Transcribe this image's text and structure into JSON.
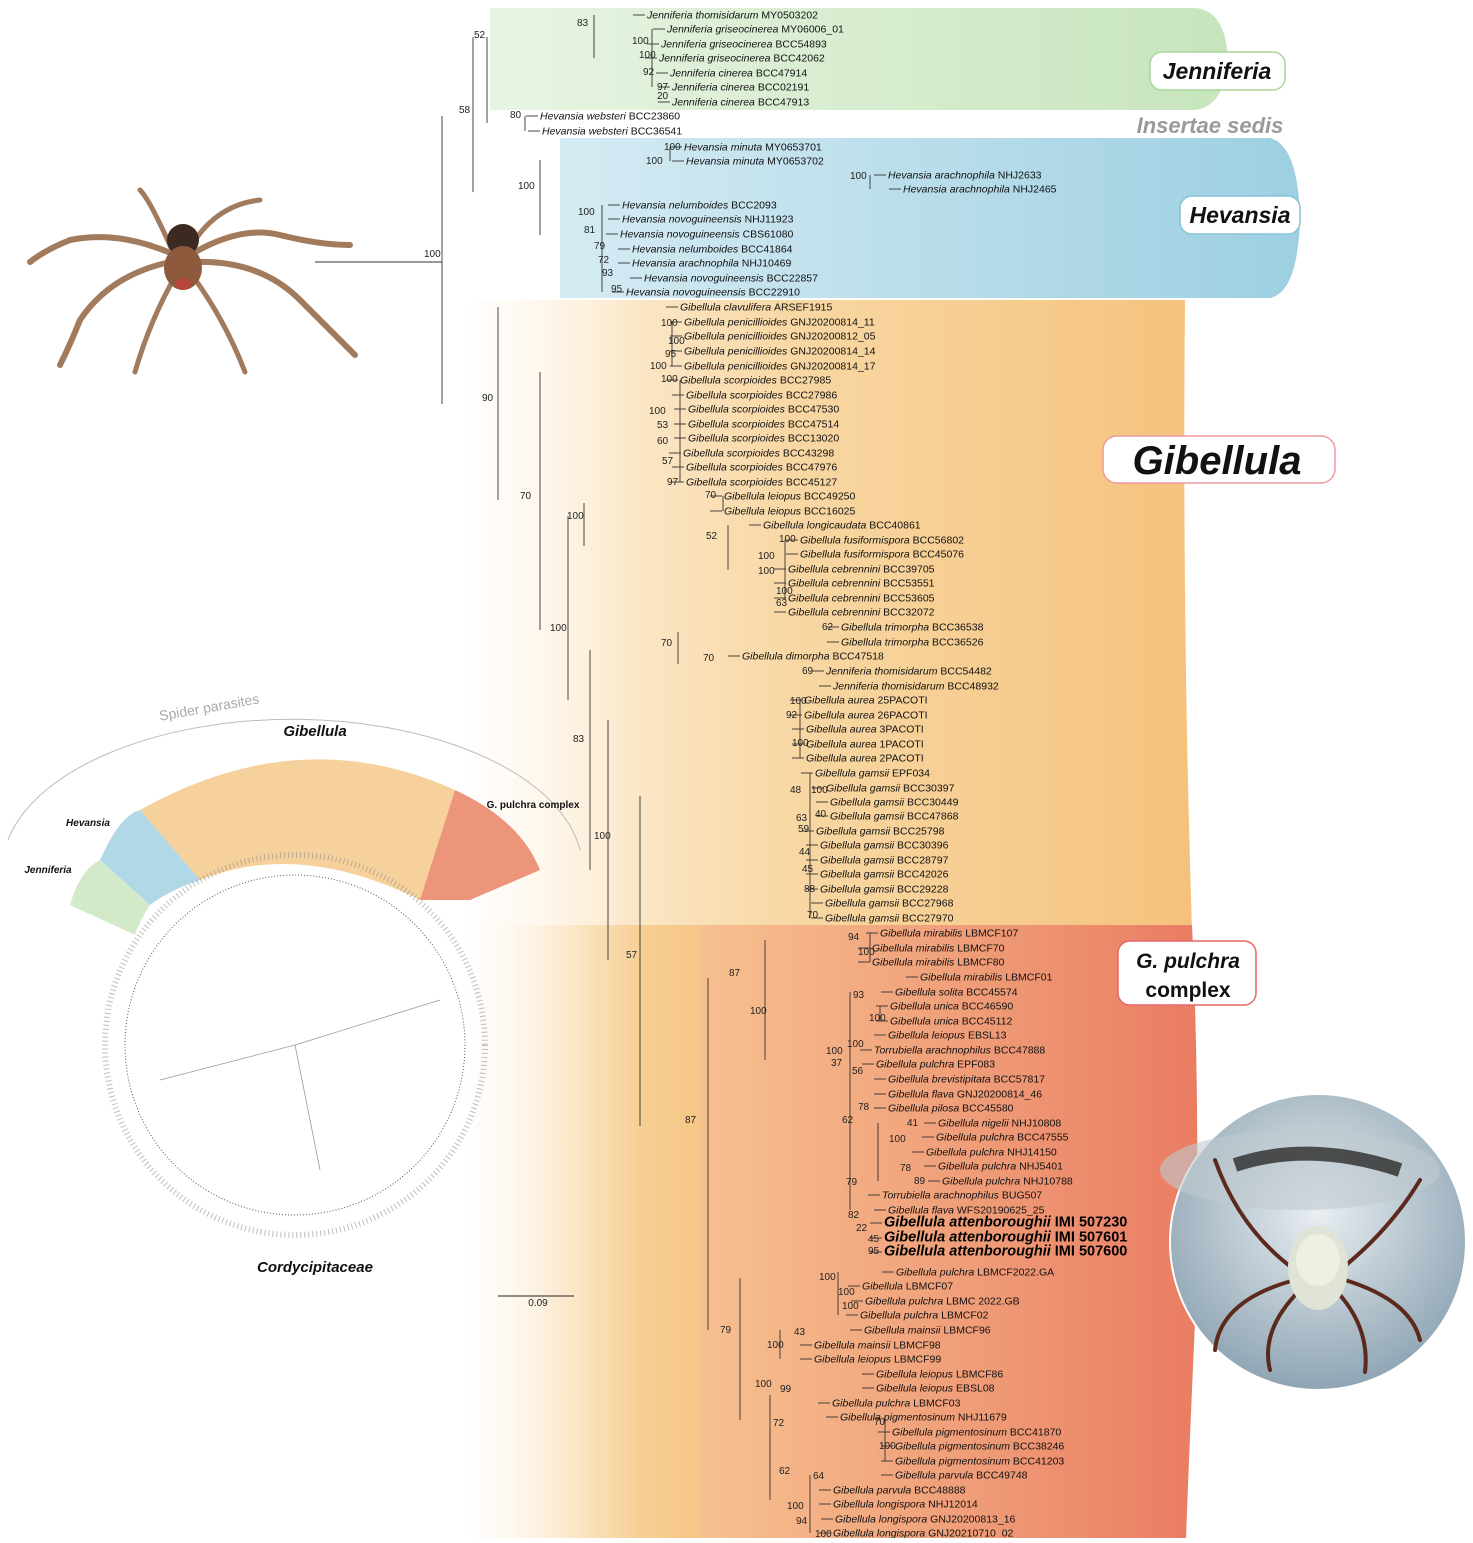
{
  "clades": {
    "jenniferia": "Jenniferia",
    "insertae_sedis": "Insertae sedis",
    "hevansia": "Hevansia",
    "gibellula": "Gibellula",
    "pulchra_line1": "G. pulchra",
    "pulchra_line2": "complex"
  },
  "colors": {
    "jenniferia": "#cde8c4",
    "hevansia": "#a9d4e4",
    "gibellula": "#f6c98a",
    "pulchra": "#ef8a6e",
    "insertae": "#9a9a9a",
    "pulchra_box_border": "#e5676a",
    "gibellula_box_border": "#ef9aa0"
  },
  "scale_bar": "0.09",
  "inset": {
    "arc_label": "Spider parasites",
    "gibellula": "Gibellula",
    "hevansia": "Hevansia",
    "jenniferia": "Jenniferia",
    "pulchra": "G. pulchra complex",
    "family": "Cordycipitaceae"
  },
  "photos": [
    "spider-photo",
    "infected-spider-photo"
  ],
  "taxa": [
    {
      "g": "Jenniferia thomisidarum",
      "a": "MY0503202"
    },
    {
      "g": "Jenniferia griseocinerea",
      "a": "MY06006_01"
    },
    {
      "g": "Jenniferia griseocinerea",
      "a": "BCC54893"
    },
    {
      "g": "Jenniferia griseocinerea",
      "a": "BCC42062"
    },
    {
      "g": "Jenniferia cinerea",
      "a": "BCC47914"
    },
    {
      "g": "Jenniferia cinerea",
      "a": "BCC02191"
    },
    {
      "g": "Jenniferia cinerea",
      "a": "BCC47913"
    },
    {
      "g": "Hevansia websteri",
      "a": "BCC23860"
    },
    {
      "g": "Hevansia websteri",
      "a": "BCC36541"
    },
    {
      "g": "Hevansia minuta",
      "a": "MY0653701"
    },
    {
      "g": "Hevansia minuta",
      "a": "MY0653702"
    },
    {
      "g": "Hevansia arachnophila",
      "a": "NHJ2633"
    },
    {
      "g": "Hevansia arachnophila",
      "a": "NHJ2465"
    },
    {
      "g": "Hevansia nelumboides",
      "a": "BCC2093"
    },
    {
      "g": "Hevansia novoguineensis",
      "a": "NHJ11923"
    },
    {
      "g": "Hevansia novoguineensis",
      "a": "CBS61080"
    },
    {
      "g": "Hevansia nelumboides",
      "a": "BCC41864"
    },
    {
      "g": "Hevansia arachnophila",
      "a": "NHJ10469"
    },
    {
      "g": "Hevansia novoguineensis",
      "a": "BCC22857"
    },
    {
      "g": "Hevansia novoguineensis",
      "a": "BCC22910"
    },
    {
      "g": "Gibellula clavulifera",
      "a": "ARSEF1915"
    },
    {
      "g": "Gibellula penicillioides",
      "a": "GNJ20200814_11"
    },
    {
      "g": "Gibellula penicillioides",
      "a": "GNJ20200812_05"
    },
    {
      "g": "Gibellula penicillioides",
      "a": "GNJ20200814_14"
    },
    {
      "g": "Gibellula penicillioides",
      "a": "GNJ20200814_17"
    },
    {
      "g": "Gibellula scorpioides",
      "a": "BCC27985"
    },
    {
      "g": "Gibellula scorpioides",
      "a": "BCC27986"
    },
    {
      "g": "Gibellula scorpioides",
      "a": "BCC47530"
    },
    {
      "g": "Gibellula scorpioides",
      "a": "BCC47514"
    },
    {
      "g": "Gibellula scorpioides",
      "a": "BCC13020"
    },
    {
      "g": "Gibellula scorpioides",
      "a": "BCC43298"
    },
    {
      "g": "Gibellula scorpioides",
      "a": "BCC47976"
    },
    {
      "g": "Gibellula scorpioides",
      "a": "BCC45127"
    },
    {
      "g": "Gibellula leiopus",
      "a": "BCC49250"
    },
    {
      "g": "Gibellula leiopus",
      "a": "BCC16025"
    },
    {
      "g": "Gibellula longicaudata",
      "a": "BCC40861"
    },
    {
      "g": "Gibellula fusiformispora",
      "a": "BCC56802"
    },
    {
      "g": "Gibellula fusiformispora",
      "a": "BCC45076"
    },
    {
      "g": "Gibellula cebrennini",
      "a": "BCC39705"
    },
    {
      "g": "Gibellula cebrennini",
      "a": "BCC53551"
    },
    {
      "g": "Gibellula cebrennini",
      "a": "BCC53605"
    },
    {
      "g": "Gibellula cebrennini",
      "a": "BCC32072"
    },
    {
      "g": "Gibellula trimorpha",
      "a": "BCC36538"
    },
    {
      "g": "Gibellula trimorpha",
      "a": "BCC36526"
    },
    {
      "g": "Gibellula dimorpha",
      "a": "BCC47518"
    },
    {
      "g": "Jenniferia thomisidarum",
      "a": "BCC54482"
    },
    {
      "g": "Jenniferia thomisidarum",
      "a": "BCC48932"
    },
    {
      "g": "Gibellula aurea",
      "a": "25PACOTI"
    },
    {
      "g": "Gibellula aurea",
      "a": "26PACOTI"
    },
    {
      "g": "Gibellula aurea",
      "a": "3PACOTI"
    },
    {
      "g": "Gibellula aurea",
      "a": "1PACOTI"
    },
    {
      "g": "Gibellula aurea",
      "a": "2PACOTI"
    },
    {
      "g": "Gibellula gamsii",
      "a": "EPF034"
    },
    {
      "g": "Gibellula gamsii",
      "a": "BCC30397"
    },
    {
      "g": "Gibellula gamsii",
      "a": "BCC30449"
    },
    {
      "g": "Gibellula gamsii",
      "a": "BCC47868"
    },
    {
      "g": "Gibellula gamsii",
      "a": "BCC25798"
    },
    {
      "g": "Gibellula gamsii",
      "a": "BCC30396"
    },
    {
      "g": "Gibellula gamsii",
      "a": "BCC28797"
    },
    {
      "g": "Gibellula gamsii",
      "a": "BCC42026"
    },
    {
      "g": "Gibellula gamsii",
      "a": "BCC29228"
    },
    {
      "g": "Gibellula gamsii",
      "a": "BCC27968"
    },
    {
      "g": "Gibellula gamsii",
      "a": "BCC27970"
    },
    {
      "g": "Gibellula mirabilis",
      "a": "LBMCF107"
    },
    {
      "g": "Gibellula mirabilis",
      "a": "LBMCF70"
    },
    {
      "g": "Gibellula mirabilis",
      "a": "LBMCF80"
    },
    {
      "g": "Gibellula mirabilis",
      "a": "LBMCF01"
    },
    {
      "g": "Gibellula solita",
      "a": "BCC45574"
    },
    {
      "g": "Gibellula unica",
      "a": "BCC46590"
    },
    {
      "g": "Gibellula unica",
      "a": "BCC45112"
    },
    {
      "g": "Gibellula leiopus",
      "a": "EBSL13"
    },
    {
      "g": "Torrubiella arachnophilus",
      "a": "BCC47888"
    },
    {
      "g": "Gibellula pulchra",
      "a": "EPF083"
    },
    {
      "g": "Gibellula brevistipitata",
      "a": "BCC57817"
    },
    {
      "g": "Gibellula flava",
      "a": "GNJ20200814_46"
    },
    {
      "g": "Gibellula pilosa",
      "a": "BCC45580"
    },
    {
      "g": "Gibellula nigelii",
      "a": "NHJ10808"
    },
    {
      "g": "Gibellula pulchra",
      "a": "BCC47555"
    },
    {
      "g": "Gibellula pulchra",
      "a": "NHJ14150"
    },
    {
      "g": "Gibellula pulchra",
      "a": "NHJ5401"
    },
    {
      "g": "Gibellula pulchra",
      "a": "NHJ10788"
    },
    {
      "g": "Torrubiella arachnophilus",
      "a": "BUG507"
    },
    {
      "g": "Gibellula flava",
      "a": "WFS20190625_25"
    },
    {
      "g": "Gibellula attenboroughii",
      "a": "IMI 507230",
      "bold": true
    },
    {
      "g": "Gibellula attenboroughii",
      "a": "IMI 507601",
      "bold": true
    },
    {
      "g": "Gibellula attenboroughii",
      "a": "IMI 507600",
      "bold": true
    },
    {
      "g": "Gibellula pulchra",
      "a": "LBMCF2022.GA"
    },
    {
      "g": "Gibellula",
      "a": "LBMCF07"
    },
    {
      "g": "Gibellula pulchra",
      "a": "LBMC 2022.GB"
    },
    {
      "g": "Gibellula pulchra",
      "a": "LBMCF02"
    },
    {
      "g": "Gibellula mainsii",
      "a": "LBMCF96"
    },
    {
      "g": "Gibellula mainsii",
      "a": "LBMCF98"
    },
    {
      "g": "Gibellula leiopus",
      "a": "LBMCF99"
    },
    {
      "g": "Gibellula leiopus",
      "a": "LBMCF86"
    },
    {
      "g": "Gibellula leiopus",
      "a": "EBSL08"
    },
    {
      "g": "Gibellula pulchra",
      "a": "LBMCF03"
    },
    {
      "g": "Gibellula pigmentosinum",
      "a": "NHJ11679"
    },
    {
      "g": "Gibellula pigmentosinum",
      "a": "BCC41870"
    },
    {
      "g": "Gibellula pigmentosinum",
      "a": "BCC38246"
    },
    {
      "g": "Gibellula pigmentosinum",
      "a": "BCC41203"
    },
    {
      "g": "Gibellula parvula",
      "a": "BCC49748"
    },
    {
      "g": "Gibellula parvula",
      "a": "BCC48888"
    },
    {
      "g": "Gibellula longispora",
      "a": "NHJ12014"
    },
    {
      "g": "Gibellula longispora",
      "a": "GNJ20200813_16"
    },
    {
      "g": "Gibellula longispora",
      "a": "GNJ20210710_02"
    }
  ],
  "support": [
    "52",
    "83",
    "100",
    "100",
    "92",
    "97",
    "20",
    "58",
    "80",
    "100",
    "100",
    "100",
    "100",
    "100",
    "100",
    "81",
    "79",
    "72",
    "93",
    "95",
    "100",
    "100",
    "95",
    "100",
    "100",
    "100",
    "53",
    "60",
    "57",
    "97",
    "90",
    "70",
    "70",
    "100",
    "52",
    "100",
    "100",
    "100",
    "100",
    "63",
    "62",
    "100",
    "70",
    "70",
    "69",
    "100",
    "92",
    "100",
    "83",
    "48",
    "100",
    "63",
    "40",
    "59",
    "44",
    "45",
    "88",
    "70",
    "100",
    "57",
    "94",
    "100",
    "87",
    "100",
    "93",
    "100",
    "100",
    "100",
    "37",
    "56",
    "78",
    "62",
    "41",
    "100",
    "78",
    "89",
    "79",
    "82",
    "22",
    "45",
    "95",
    "87",
    "100",
    "100",
    "100",
    "79",
    "100",
    "43",
    "100",
    "99",
    "72",
    "70",
    "100",
    "62",
    "64",
    "100",
    "94",
    "100",
    "100"
  ]
}
